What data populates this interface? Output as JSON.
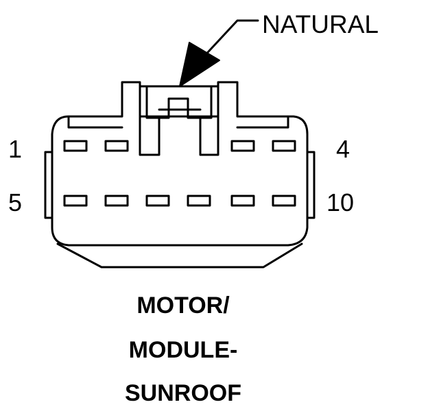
{
  "callout": {
    "text": "NATURAL"
  },
  "pins": {
    "top_left": "1",
    "top_right": "4",
    "bottom_left": "5",
    "bottom_right": "10"
  },
  "connector": {
    "top_row_cavities": 4,
    "bottom_row_cavities": 6
  },
  "title_lines": [
    "MOTOR/",
    "MODULE-",
    "SUNROOF"
  ]
}
